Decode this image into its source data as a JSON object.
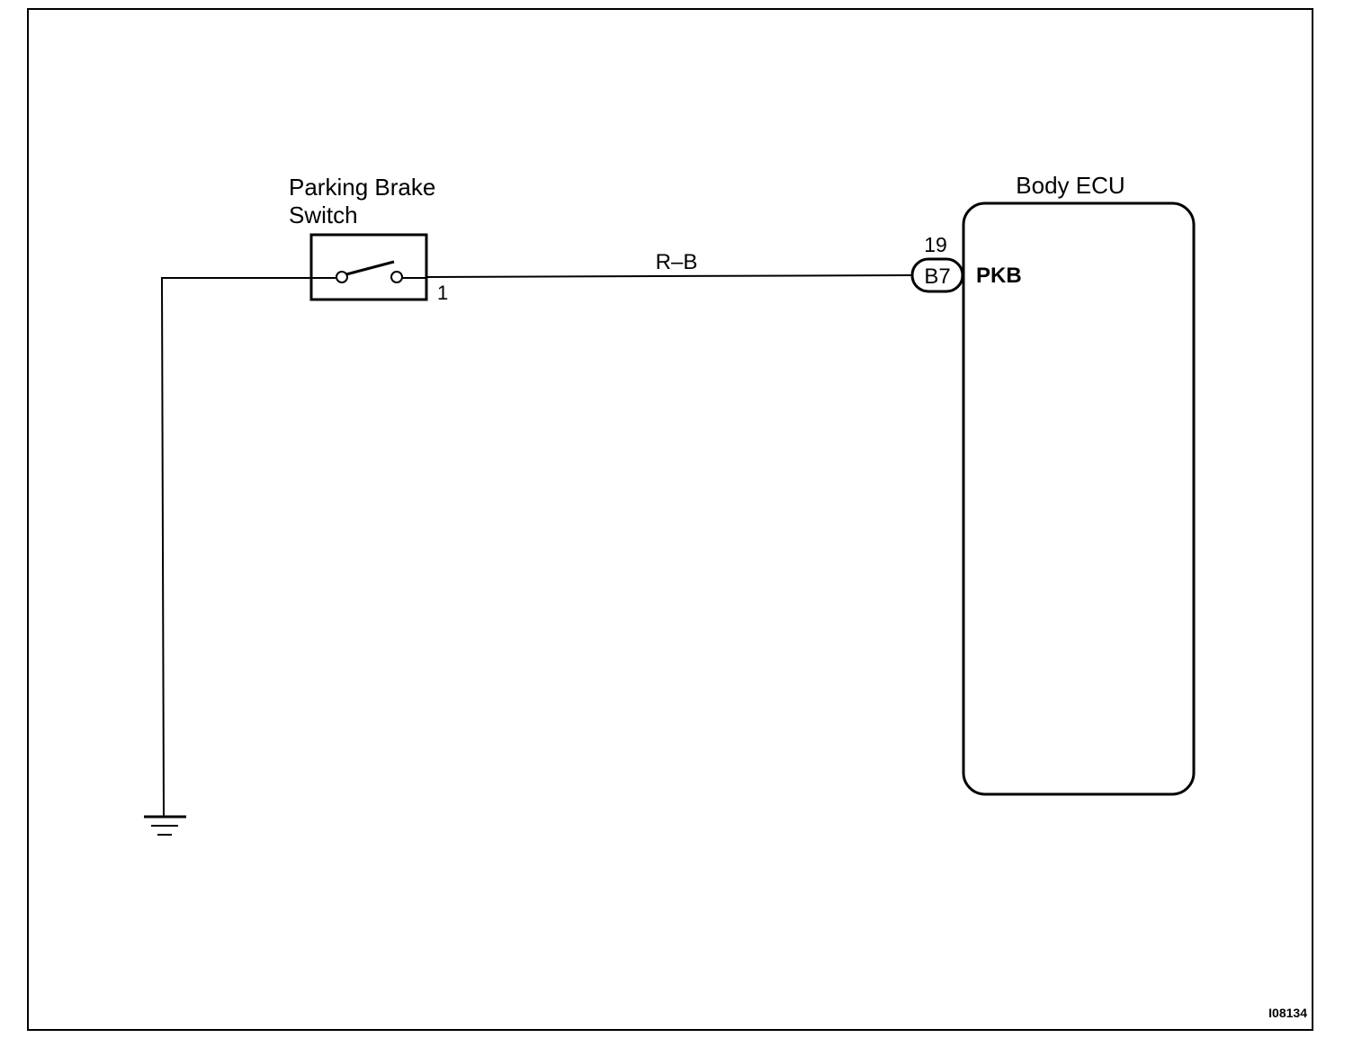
{
  "component_switch": {
    "name_line1": "Parking Brake",
    "name_line2": "Switch",
    "pin": "1"
  },
  "wire": {
    "color_code": "R–B"
  },
  "ecu": {
    "name": "Body ECU",
    "connector_pin": "19",
    "connector_id": "B7",
    "terminal": "PKB"
  },
  "ground_symbol": "ground-icon",
  "figure_id": "I08134",
  "colors": {
    "line": "#000000",
    "background": "#ffffff"
  }
}
